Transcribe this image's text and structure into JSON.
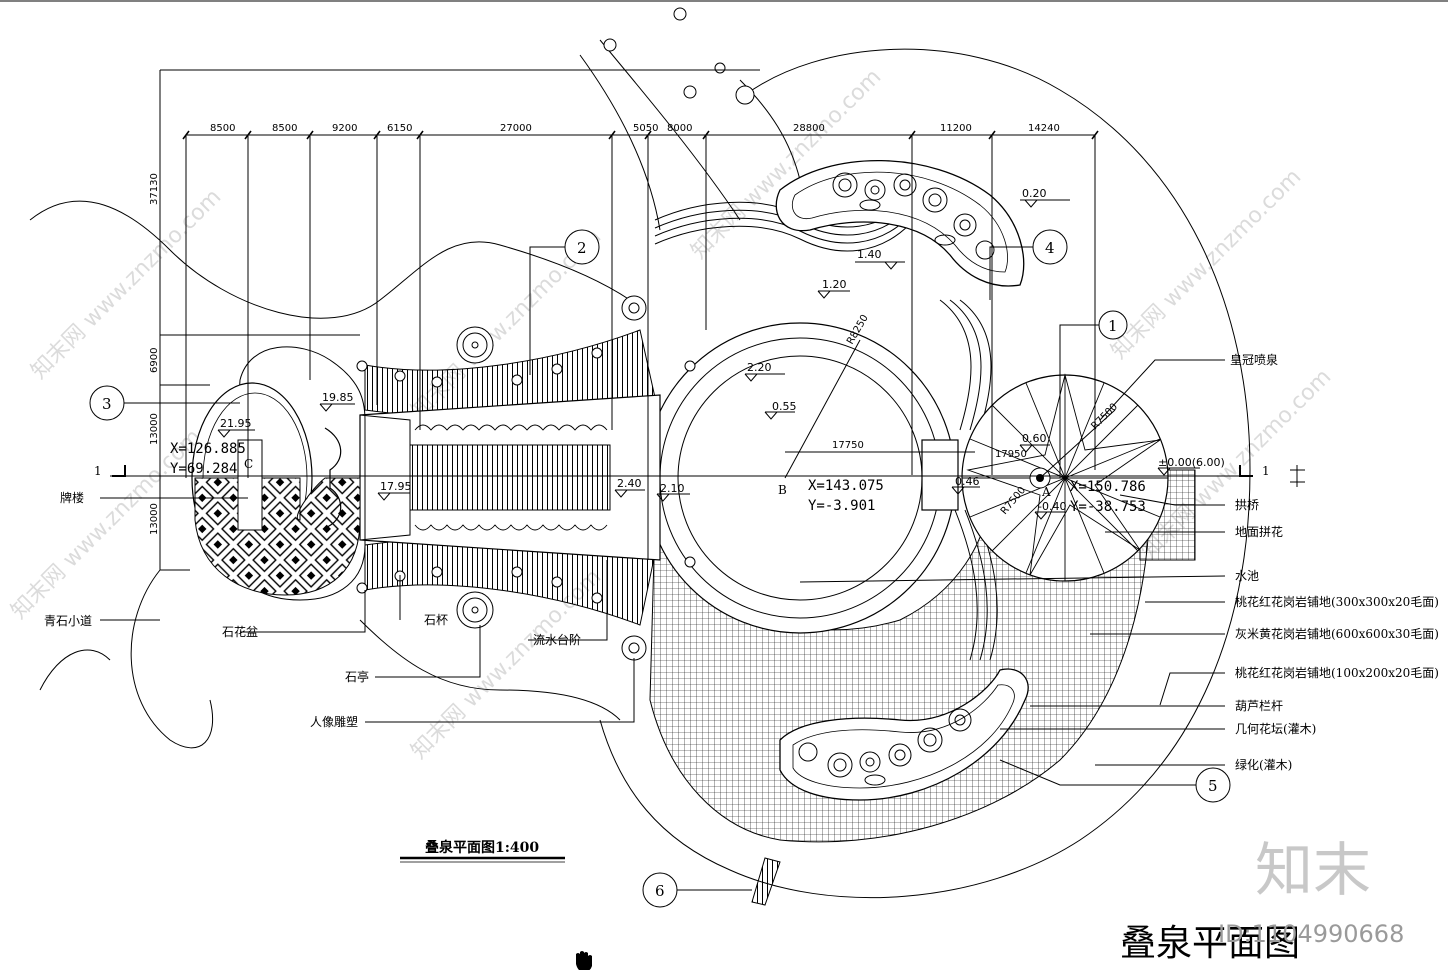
{
  "drawing": {
    "plan_title": "叠泉平面图1:400",
    "big_title": "叠泉平面图",
    "id_text": "ID:1104990668",
    "logo": "知末",
    "watermark": "知末网 www.znzmo.com"
  },
  "dimensions_top": [
    "8500",
    "8500",
    "9200",
    "6150",
    "27000",
    "5050",
    "8000",
    "28800",
    "11200",
    "14240"
  ],
  "dimensions_left": [
    "37130",
    "6900",
    "13000",
    "13000"
  ],
  "elevations": [
    "0.20",
    "1.40",
    "1.20",
    "2.20",
    "0.55",
    "19.85",
    "21.95",
    "17.95",
    "2.40",
    "2.10",
    "0.60",
    "0.46",
    "-0.40",
    "±0.00(6.00)"
  ],
  "radii": [
    "R8250",
    "17750",
    "17950",
    "R7500",
    "R7500"
  ],
  "coordinates": {
    "c_x": "X=126.885",
    "c_y": "Y=69.284",
    "b_x": "X=143.075",
    "b_y": "Y=-3.901",
    "a_x": "X=150.786",
    "a_y": "Y=-38.753"
  },
  "points": [
    "A",
    "B",
    "C"
  ],
  "section_mark": "1",
  "callouts_left": [
    "牌楼",
    "青石小道",
    "石花盆",
    "石杯",
    "石亭",
    "流水台阶",
    "人像雕塑"
  ],
  "callouts_right": [
    "皇冠喷泉",
    "拱桥",
    "地面拼花",
    "水池",
    "桃花红花岗岩铺地(300x300x20毛面)",
    "灰米黄花岗岩铺地(600x600x30毛面)",
    "桃花红花岗岩铺地(100x200x20毛面)",
    "葫芦栏杆",
    "几何花坛(灌木)",
    "绿化(灌木)"
  ],
  "detail_numbers": [
    "1",
    "2",
    "3",
    "4",
    "5",
    "6"
  ]
}
